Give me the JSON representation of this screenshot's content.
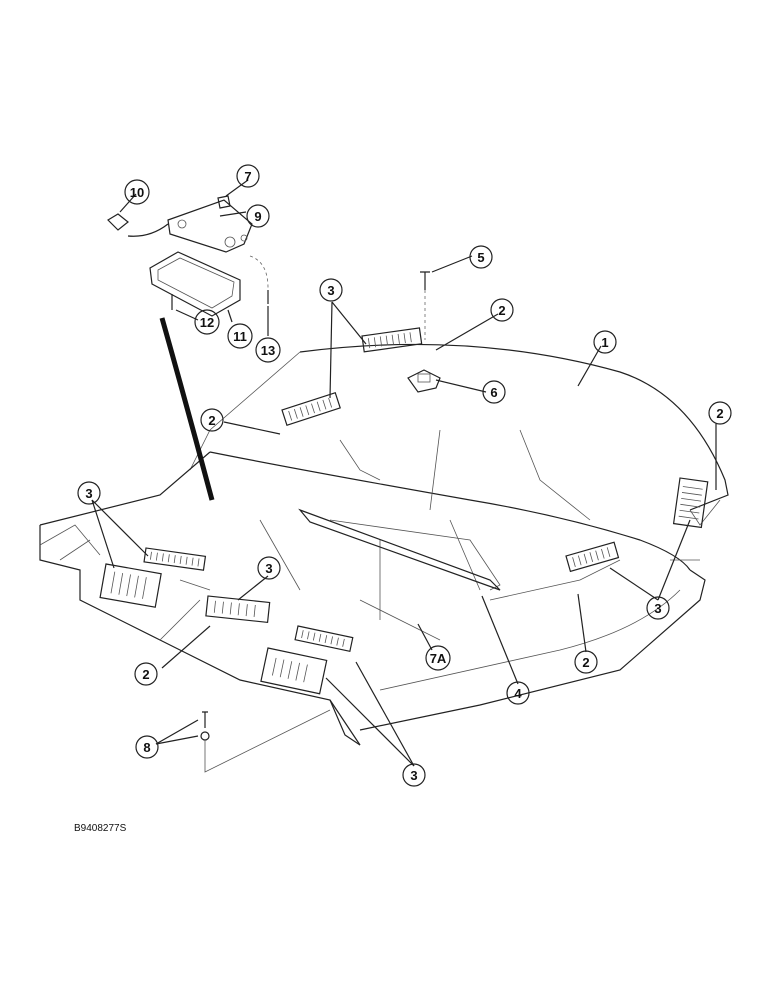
{
  "drawing": {
    "code": "B9408277S"
  },
  "callouts": [
    {
      "label": "1"
    },
    {
      "label": "2"
    },
    {
      "label": "2"
    },
    {
      "label": "2"
    },
    {
      "label": "2"
    },
    {
      "label": "2"
    },
    {
      "label": "3"
    },
    {
      "label": "3"
    },
    {
      "label": "3"
    },
    {
      "label": "3"
    },
    {
      "label": "3"
    },
    {
      "label": "4"
    },
    {
      "label": "5"
    },
    {
      "label": "6"
    },
    {
      "label": "7"
    },
    {
      "label": "7A"
    },
    {
      "label": "8"
    },
    {
      "label": "9"
    },
    {
      "label": "10"
    },
    {
      "label": "11"
    },
    {
      "label": "12"
    },
    {
      "label": "13"
    }
  ]
}
